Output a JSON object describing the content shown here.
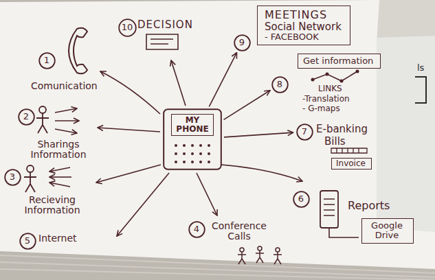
{
  "diagram": {
    "nodes": [
      {
        "text": [
          "10"
        ]
      },
      {
        "text": [
          "9"
        ]
      },
      {
        "text": [
          "MEETINGS",
          "Social Network",
          "- FACEBOOK"
        ]
      },
      {
        "text": [
          "1"
        ]
      },
      {
        "text": [
          "Get information"
        ]
      },
      {
        "text": [
          "8"
        ]
      },
      {
        "text": [
          "MY PHONE"
        ]
      },
      {
        "text": [
          "2"
        ]
      },
      {
        "text": [
          "7"
        ]
      },
      {
        "text": [
          "Invoice"
        ]
      },
      {
        "text": [
          "3"
        ]
      },
      {
        "text": [
          "6"
        ]
      },
      {
        "text": [
          "Google Drive"
        ]
      },
      {
        "text": [
          "4"
        ]
      },
      {
        "text": [
          "5"
        ]
      }
    ],
    "edges": [
      {
        "from": 6,
        "to": 1,
        "arrow": "to"
      },
      {
        "from": 6,
        "to": 5,
        "arrow": "to"
      },
      {
        "from": 6,
        "to": 8,
        "arrow": "to"
      }
    ],
    "labels": [
      "DECISION",
      "Comunication",
      "LINKS",
      "-Translation",
      "- G-maps",
      "ls",
      "E-banking",
      "Bills",
      "Sharings Information",
      "Recieving Information",
      "Reports",
      "Conference Calls",
      "Internet"
    ]
  }
}
